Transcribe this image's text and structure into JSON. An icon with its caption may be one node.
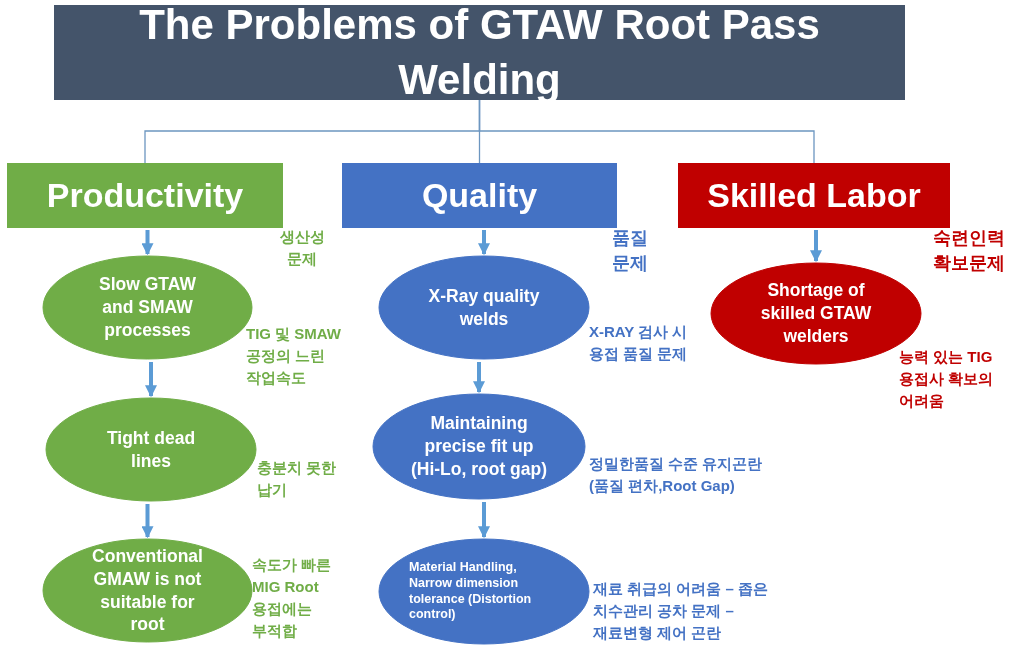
{
  "diagram": {
    "nodes": [
      {
        "text": [
          "The Problems of GTAW Root Pass Welding"
        ]
      },
      {
        "text": [
          "Productivity"
        ],
        "beside": [
          "생산성 문제"
        ]
      },
      {
        "text": [
          "Quality"
        ],
        "beside": [
          "품질 문제"
        ]
      },
      {
        "text": [
          "Skilled Labor"
        ],
        "beside": [
          "숙련인력 확보문제"
        ]
      },
      {
        "text": [
          "Slow GTAW and SMAW processes"
        ],
        "beside": [
          "TIG 및 SMAW 공정의 느린 작업속도"
        ]
      },
      {
        "text": [
          "Tight dead lines"
        ],
        "beside": [
          "충분치 못한 납기"
        ]
      },
      {
        "text": [
          "Conventional GMAW is not suitable for root"
        ],
        "beside": [
          "속도가 빠른 MIG Root 용접에는 부적합"
        ]
      },
      {
        "text": [
          "X-Ray quality welds"
        ],
        "beside": [
          "X-RAY 검사 시 용접 품질 문제"
        ]
      },
      {
        "text": [
          "Maintaining precise fit up (Hi-Lo, root gap)"
        ],
        "beside": [
          "정밀한품질 수준 유지곤란 (품질 편차,Root Gap)"
        ]
      },
      {
        "text": [
          "Material Handling, Narrow dimension tolerance (Distortion control)"
        ],
        "beside": [
          "재료 취급의 어려움 – 좁은 치수관리 공차 문제 – 재료변형 제어 곤란"
        ]
      },
      {
        "text": [
          "Shortage of skilled GTAW welders"
        ],
        "beside": [
          "능력 있는 TIG 용접사 확보의 어려움"
        ]
      }
    ],
    "edges": [
      {
        "from": 0,
        "to": 1,
        "arrow": "none"
      },
      {
        "from": 0,
        "to": 2,
        "arrow": "none"
      },
      {
        "from": 0,
        "to": 3,
        "arrow": "none"
      },
      {
        "from": 1,
        "to": 4,
        "arrow": "to"
      },
      {
        "from": 4,
        "to": 5,
        "arrow": "to"
      },
      {
        "from": 5,
        "to": 6,
        "arrow": "to"
      },
      {
        "from": 2,
        "to": 7,
        "arrow": "to"
      },
      {
        "from": 7,
        "to": 8,
        "arrow": "to"
      },
      {
        "from": 8,
        "to": 9,
        "arrow": "to"
      },
      {
        "from": 3,
        "to": 10,
        "arrow": "to"
      }
    ]
  }
}
